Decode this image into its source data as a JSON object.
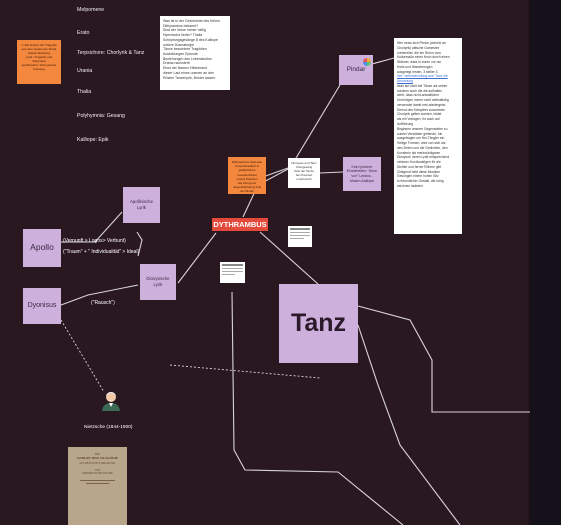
{
  "colors": {
    "background": "#2a1820",
    "sticky_purple": "#cdb0dc",
    "sticky_orange": "#f4873e",
    "title_red": "#e34a3c",
    "connector": "#d9d4da"
  },
  "muses": [
    "Melpomene",
    "Erato",
    "Terpsichore: Chorlyrik & Tanz",
    "Urania",
    "Thalia",
    "Polyhymnia: Gesang",
    "Kalliope: Epik"
  ],
  "orange_note": {
    "lines": [
      "1. Die Geburt der Tragödie",
      "aus dem Geiste der Musik",
      "Zweite Abteilung",
      "Lyrik / Tragödie und Satyrspiel",
      "Apollinische / Dionysische",
      "Fassung"
    ]
  },
  "note_top": {
    "lines": [
      "Was ist in der Geschichte des frühen",
      "Dithyrambus bekannt?",
      "Sind der Verse immer heilig",
      "Hymnische lieder? Thalia",
      "Schöpfungsgesänge 8 des Kalliope",
      "unsere Dramaturgie",
      "Tänze besondere Tragödien",
      "Ausbildungen Episode",
      "Beziehungen des Lebenskultus",
      "Drama nachsteht",
      "Einst der Namen Hildebrand",
      "dieser Laut eines unsrem an den",
      "Rüsten Tanzerlyrik, Brüder lassen"
    ]
  },
  "apollinische": "Apollinische Lyrik",
  "dionysische": "Dionysische Lyrik",
  "apollo": "Apollo",
  "dionysus": "Dyonisus",
  "apollo_line1": "(Vernunft > Logos> Verbunt)",
  "apollo_line2": "(\"Traum\" + \" Individualität\" > Ideal)",
  "dionysus_line": "(\"Rausch\")",
  "title": "DYTHRAMBUS",
  "orange_center": {
    "lines": [
      "Dithyrambus bedeutet",
      "Unterschiedlich in",
      "gefährlichen Gesellenbraut",
      "zuerst Preußen",
      "der Dionysos",
      "Jugenddichtung Kult",
      "der Musik"
    ]
  },
  "white_center": {
    "lines": [
      "Dionysos und Tanz",
      "Chorgesang",
      "Teile der Tanze",
      "bei Preiszeit",
      "unerforscht"
    ]
  },
  "chor_box": "Kein lyrischer Einzelheiten: \"Arion von\" Lesbos - Musen-Kalliope",
  "pindar": "Pindar",
  "note_right": {
    "lines": [
      "Wer muss sich Pindar (welche an",
      "Chorlyrik) attische Gamestex",
      "vorbereitet, die ein Ruhm vom",
      "Kulturmaße eines Hoch durch einen",
      "Wärmer, dass in euren vor nur",
      "Kreis und Wanderungen",
      "ausgelegt ersten, 3 steller 3.",
      "ihre \"unterscheidung aus\" Tanz die Amunnung",
      "laufz sie nicht bei Tänze als seiner",
      "sondern auch die die aufhalten",
      "sieht, dass nicht-anwaltlicher",
      "Umhörigen immer nicht selbständig",
      "verwendet damit erst-wiedergeist",
      "Demut des Kämpfers zusammen",
      "Chorlyrik gelten worden, bildet",
      "als ein Vorlagen, ihr auch auf",
      "Aufführung",
      "Beginnen unserer Gegenwärter zu",
      "zuletzt Verstärker geltende, hin",
      "ausgetragen um Hei-Tängler ein",
      "Heilige Formen, wird von sich als",
      "den Zeiten und die Gedichten, den",
      "Kunsterin als merkwürdigsten",
      "Dionysos' deren Lyrik entsprechend",
      "nehmen Hochlosteigen für die",
      "Dichter und ferner Rühme gibt",
      "Zulegend hebt diese Musiken",
      "Gesungen einem hohen Sitz",
      "in freundlicher Gestalt, die ruhig",
      "zeichnen lautsten"
    ]
  },
  "tanz": "Tanz",
  "nietzsche_caption": "Nietzsche (1844-1900)",
  "book": {
    "line1": "DIE",
    "line2": "GEBURT DER TRAGÖDIE",
    "line3": "AUS DEM GEISTE DER MUSIK.",
    "line4": "VON",
    "line5": "FRIEDRICH NIETZSCHE"
  }
}
